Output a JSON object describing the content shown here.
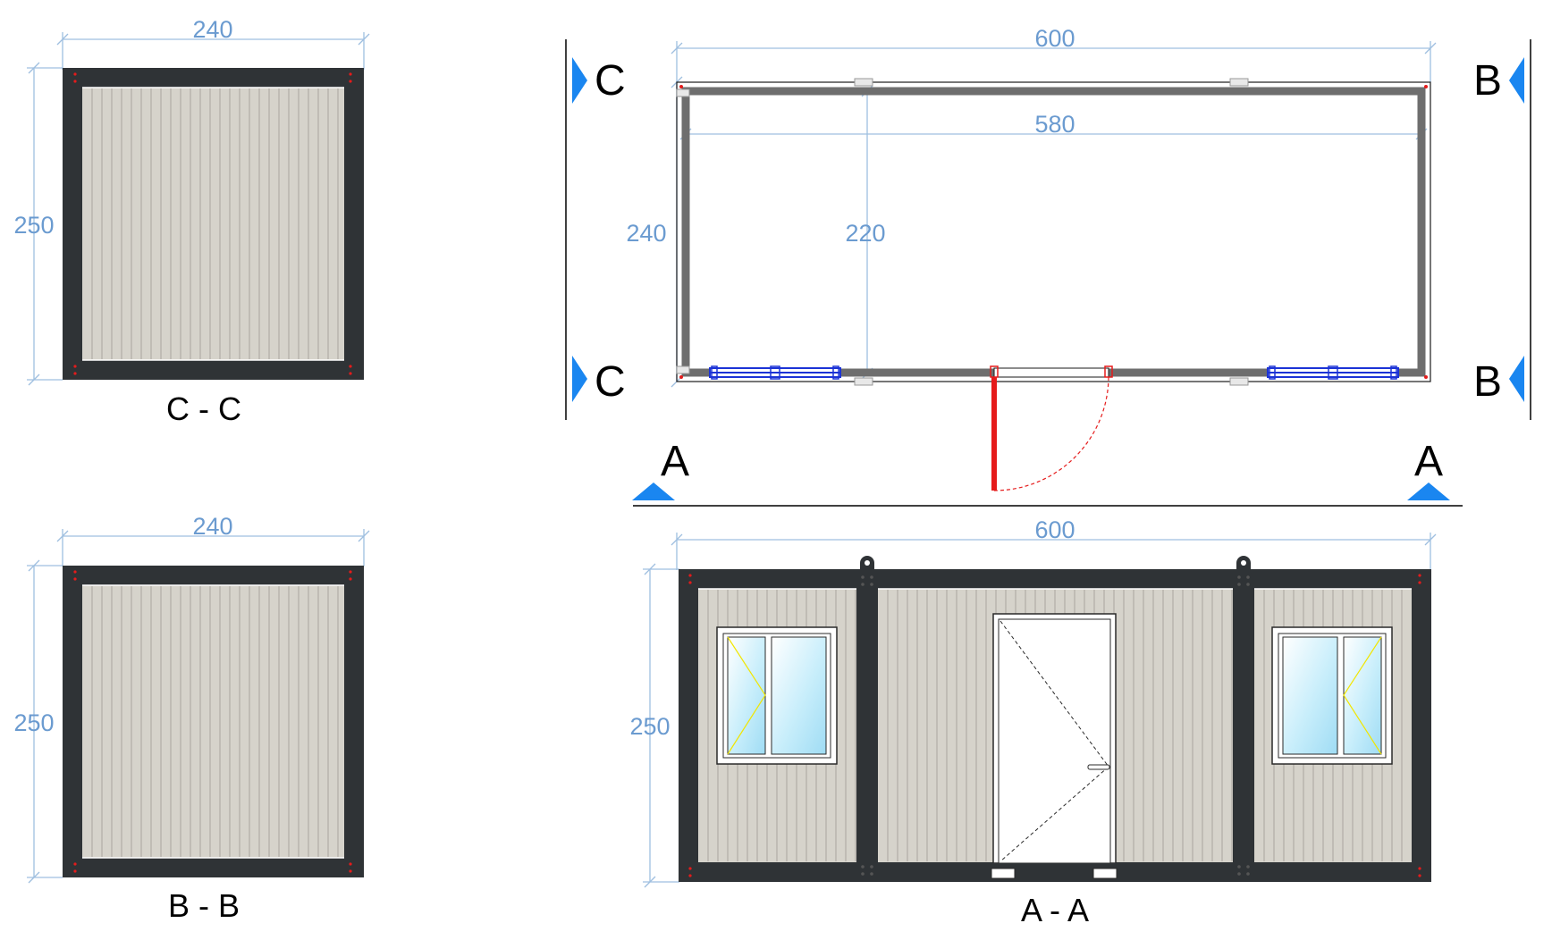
{
  "views": {
    "cc": {
      "title": "C - C",
      "width": "240",
      "height": "250"
    },
    "bb": {
      "title": "B - B",
      "width": "240",
      "height": "250"
    },
    "aa": {
      "title": "A - A",
      "width": "600",
      "height": "250"
    }
  },
  "plan": {
    "outer_width": "600",
    "inner_width": "580",
    "outer_depth": "240",
    "inner_depth": "220",
    "markers": {
      "a": "A",
      "b": "B",
      "c": "C"
    }
  },
  "colors": {
    "frame": "#2f3336",
    "panel": "#d6d3cb",
    "groove": "#a9a69f",
    "dimension": "#6b9bd0",
    "marker": "#1a86f0",
    "door": "#e51b1b",
    "window_frame": "#1c33d6",
    "wall": "#6e6e6e"
  }
}
